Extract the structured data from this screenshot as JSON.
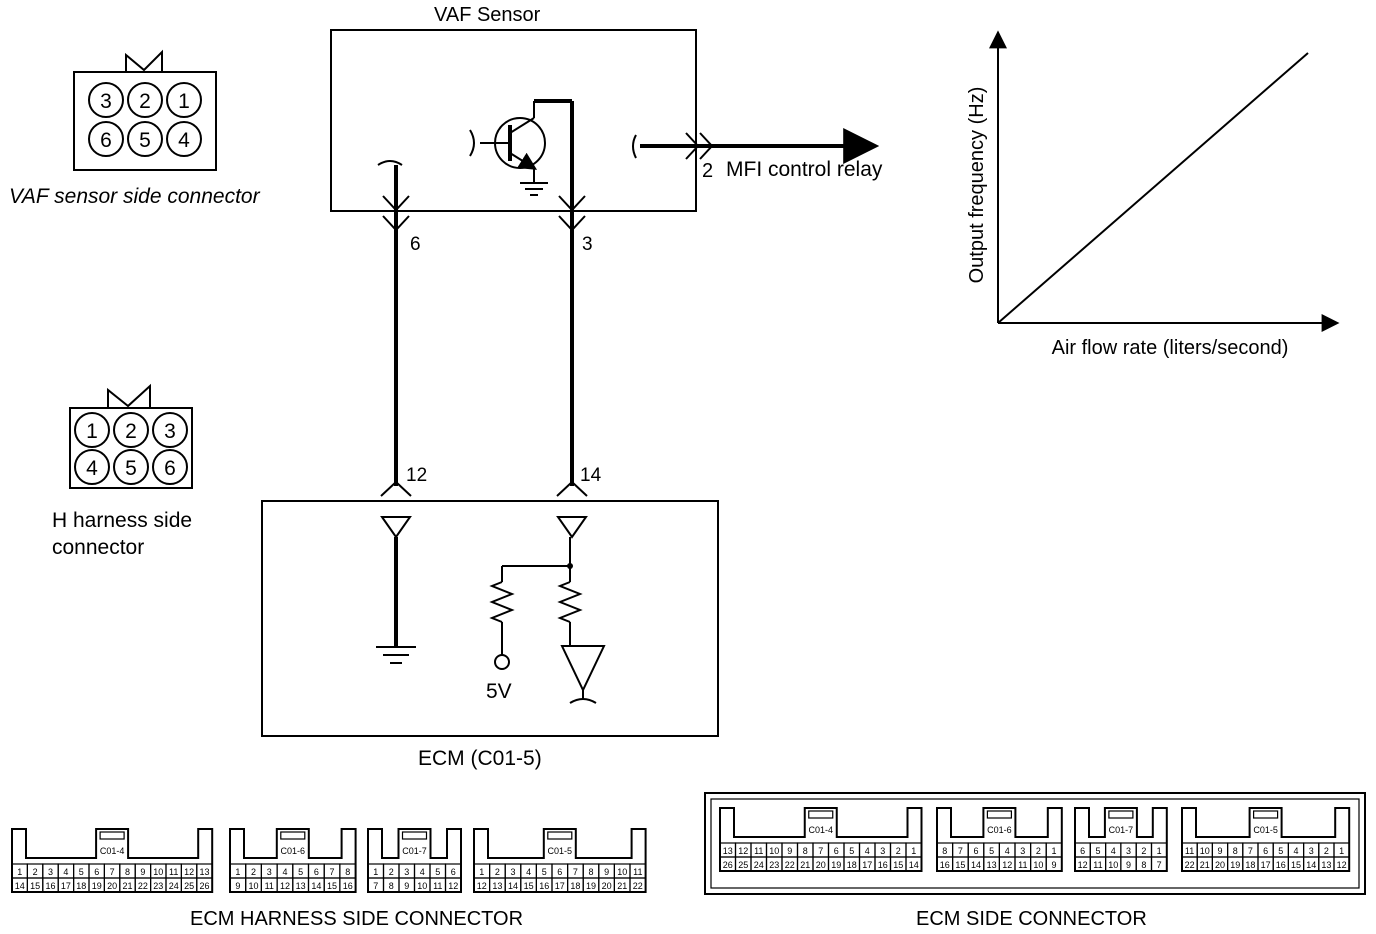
{
  "vaf_sensor": {
    "title": "VAF Sensor",
    "side_connector_label": "VAF sensor side connector",
    "connector_pins": [
      "3",
      "2",
      "1",
      "6",
      "5",
      "4"
    ]
  },
  "relay": {
    "pin": "2",
    "label": "MFI control relay"
  },
  "wires": {
    "sensor_pin_a": "6",
    "sensor_pin_b": "3",
    "ecm_pin_a": "12",
    "ecm_pin_b": "14"
  },
  "harness_connector": {
    "label_line1": "H harness side",
    "label_line2": "connector",
    "pins": [
      "1",
      "2",
      "3",
      "4",
      "5",
      "6"
    ]
  },
  "ecm": {
    "title": "ECM (C01-5)",
    "supply": "5V"
  },
  "chart": {
    "ylabel": "Output frequency (Hz)",
    "xlabel": "Air flow rate (liters/second)"
  },
  "chart_data": {
    "type": "line",
    "x": [
      0,
      1
    ],
    "y": [
      0,
      1
    ],
    "xlabel": "Air flow rate (liters/second)",
    "ylabel": "Output frequency (Hz)",
    "grid": false
  },
  "bottom": {
    "harness_caption": "ECM HARNESS SIDE CONNECTOR",
    "side_caption": "ECM SIDE CONNECTOR",
    "harness_blocks": [
      {
        "name": "C01-4",
        "row1": [
          "1",
          "2",
          "3",
          "4",
          "5",
          "6",
          "7",
          "8",
          "9",
          "10",
          "11",
          "12",
          "13"
        ],
        "row2": [
          "14",
          "15",
          "16",
          "17",
          "18",
          "19",
          "20",
          "21",
          "22",
          "23",
          "24",
          "25",
          "26"
        ]
      },
      {
        "name": "C01-6",
        "row1": [
          "1",
          "2",
          "3",
          "4",
          "5",
          "6",
          "7",
          "8"
        ],
        "row2": [
          "9",
          "10",
          "11",
          "12",
          "13",
          "14",
          "15",
          "16"
        ]
      },
      {
        "name": "C01-7",
        "row1": [
          "1",
          "2",
          "3",
          "4",
          "5",
          "6"
        ],
        "row2": [
          "7",
          "8",
          "9",
          "10",
          "11",
          "12"
        ]
      },
      {
        "name": "C01-5",
        "row1": [
          "1",
          "2",
          "3",
          "4",
          "5",
          "6",
          "7",
          "8",
          "9",
          "10",
          "11"
        ],
        "row2": [
          "12",
          "13",
          "14",
          "15",
          "16",
          "17",
          "18",
          "19",
          "20",
          "21",
          "22"
        ]
      }
    ],
    "side_blocks": [
      {
        "name": "C01-4",
        "row1": [
          "13",
          "12",
          "11",
          "10",
          "9",
          "8",
          "7",
          "6",
          "5",
          "4",
          "3",
          "2",
          "1"
        ],
        "row2": [
          "26",
          "25",
          "24",
          "23",
          "22",
          "21",
          "20",
          "19",
          "18",
          "17",
          "16",
          "15",
          "14"
        ]
      },
      {
        "name": "C01-6",
        "row1": [
          "8",
          "7",
          "6",
          "5",
          "4",
          "3",
          "2",
          "1"
        ],
        "row2": [
          "16",
          "15",
          "14",
          "13",
          "12",
          "11",
          "10",
          "9"
        ]
      },
      {
        "name": "C01-7",
        "row1": [
          "6",
          "5",
          "4",
          "3",
          "2",
          "1"
        ],
        "row2": [
          "12",
          "11",
          "10",
          "9",
          "8",
          "7"
        ]
      },
      {
        "name": "C01-5",
        "row1": [
          "11",
          "10",
          "9",
          "8",
          "7",
          "6",
          "5",
          "4",
          "3",
          "2",
          "1"
        ],
        "row2": [
          "22",
          "21",
          "20",
          "19",
          "18",
          "17",
          "16",
          "15",
          "14",
          "13",
          "12"
        ]
      }
    ]
  }
}
